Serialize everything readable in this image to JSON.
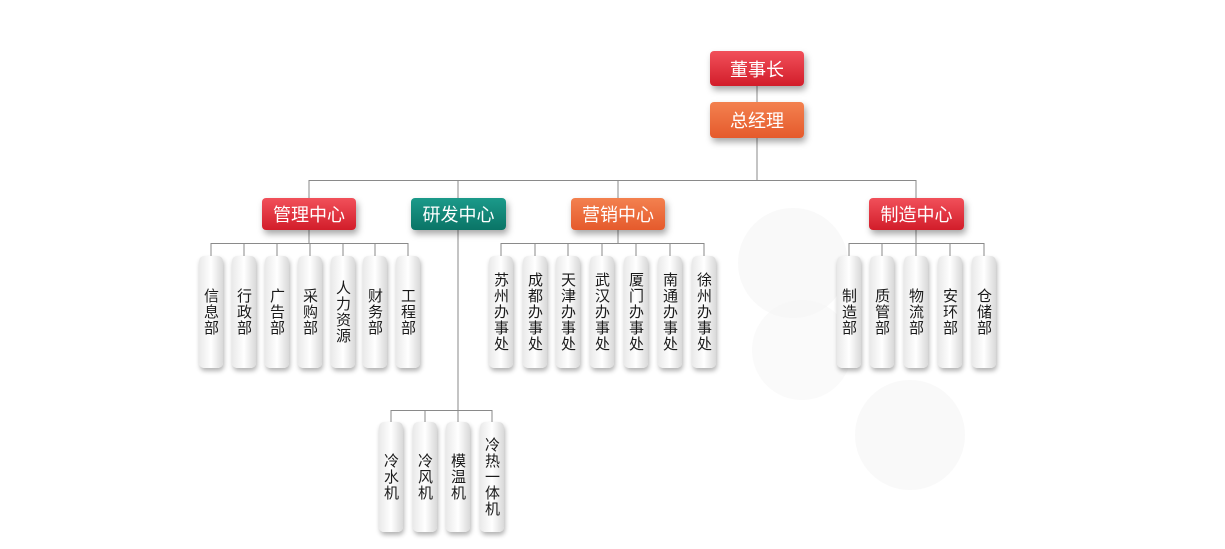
{
  "top": {
    "chairman": "董事长",
    "gm": "总经理"
  },
  "centers": [
    {
      "label": "管理中心",
      "color": "red",
      "units": [
        "信息部",
        "行政部",
        "广告部",
        "采购部",
        "人力资源",
        "财务部",
        "工程部"
      ]
    },
    {
      "label": "研发中心",
      "color": "teal",
      "units": [
        "冷水机",
        "冷风机",
        "模温机",
        "冷热一体机"
      ]
    },
    {
      "label": "营销中心",
      "color": "orange",
      "units": [
        "苏州办事处",
        "成都办事处",
        "天津办事处",
        "武汉办事处",
        "厦门办事处",
        "南通办事处",
        "徐州办事处"
      ]
    },
    {
      "label": "制造中心",
      "color": "red",
      "units": [
        "制造部",
        "质管部",
        "物流部",
        "安环部",
        "仓储部"
      ]
    }
  ],
  "colors": {
    "red": "#d9232f",
    "orange": "#ec6a3a",
    "teal": "#0f8273",
    "line": "#8a8a8a"
  }
}
